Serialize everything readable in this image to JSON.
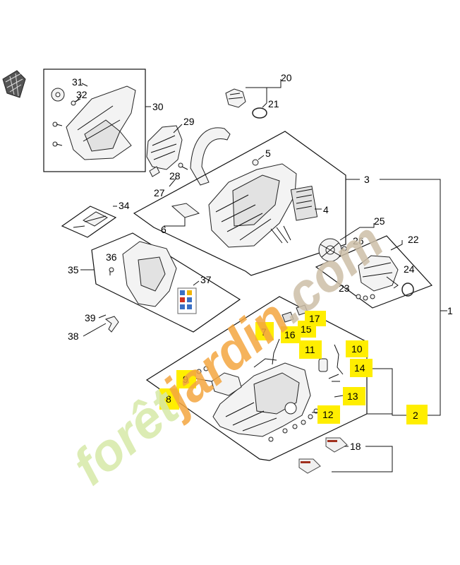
{
  "labels": {
    "l1": "1",
    "l2": "2",
    "l3": "3",
    "l4": "4",
    "l5": "5",
    "l6": "6",
    "l7": "7",
    "l8": "8",
    "l9": "9",
    "l10": "10",
    "l11": "11",
    "l12": "12",
    "l13": "13",
    "l14": "14",
    "l15": "15",
    "l16": "16",
    "l17": "17",
    "l18": "18",
    "l20": "20",
    "l21": "21",
    "l22": "22",
    "l23": "23",
    "l24": "24",
    "l25": "25",
    "l26": "26",
    "l27": "27",
    "l28": "28",
    "l29": "29",
    "l30": "30",
    "l31": "31",
    "l32": "32",
    "l34": "34",
    "l35": "35",
    "l36": "36",
    "l37": "37",
    "l38": "38",
    "l39": "39"
  },
  "watermark": {
    "text_part1": "forêt",
    "text_part2": "jardin",
    "text_part3": ".com"
  },
  "colors": {
    "highlight": "#ffee00",
    "watermark_green": "#d6e9a8",
    "watermark_orange": "#f4a640",
    "watermark_brown": "#cdbfa8"
  }
}
